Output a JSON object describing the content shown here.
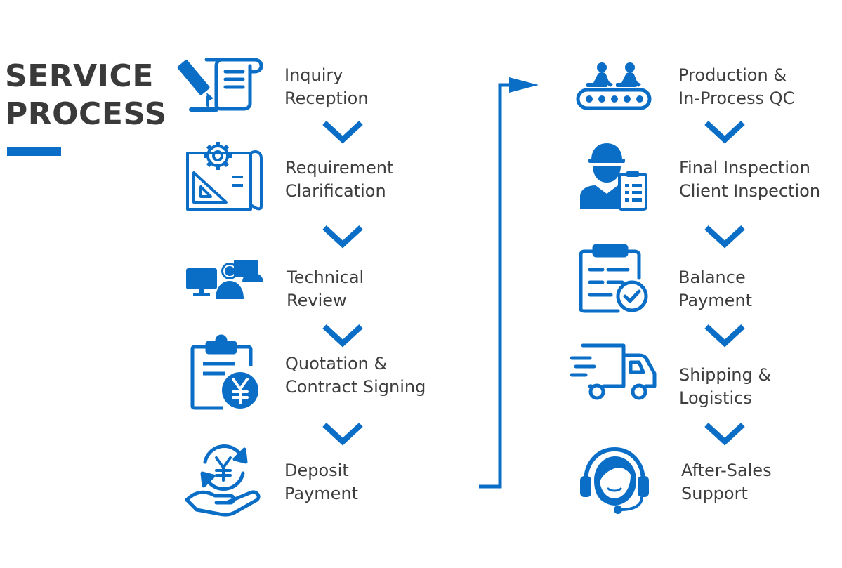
{
  "title": {
    "line1": "SERVICE",
    "line2": "PROCESS"
  },
  "colors": {
    "accent": "#0a6ec7",
    "text": "#3e3e3e",
    "title": "#3a3a3a"
  },
  "steps": [
    {
      "line1": "Inquiry",
      "line2": "Reception",
      "icon": "contract-scroll-pen-icon"
    },
    {
      "line1": "Requirement",
      "line2": "Clarification",
      "icon": "blueprint-gear-icon"
    },
    {
      "line1": "Technical",
      "line2": "Review",
      "icon": "team-computer-meeting-icon"
    },
    {
      "line1": "Quotation &",
      "line2": "Contract Signing",
      "icon": "clipboard-yuan-icon"
    },
    {
      "line1": "Deposit",
      "line2": "Payment",
      "icon": "hand-yuan-coin-icon"
    },
    {
      "line1": "Production &",
      "line2": "In-Process QC",
      "icon": "workers-conveyor-icon"
    },
    {
      "line1": "Final Inspection",
      "line2": "Client Inspection",
      "icon": "inspector-clipboard-icon"
    },
    {
      "line1": "Balance",
      "line2": "Payment",
      "icon": "clipboard-check-icon"
    },
    {
      "line1": "Shipping &",
      "line2": "Logistics",
      "icon": "delivery-truck-icon"
    },
    {
      "line1": "After-Sales",
      "line2": "Support",
      "icon": "headset-support-icon"
    }
  ]
}
